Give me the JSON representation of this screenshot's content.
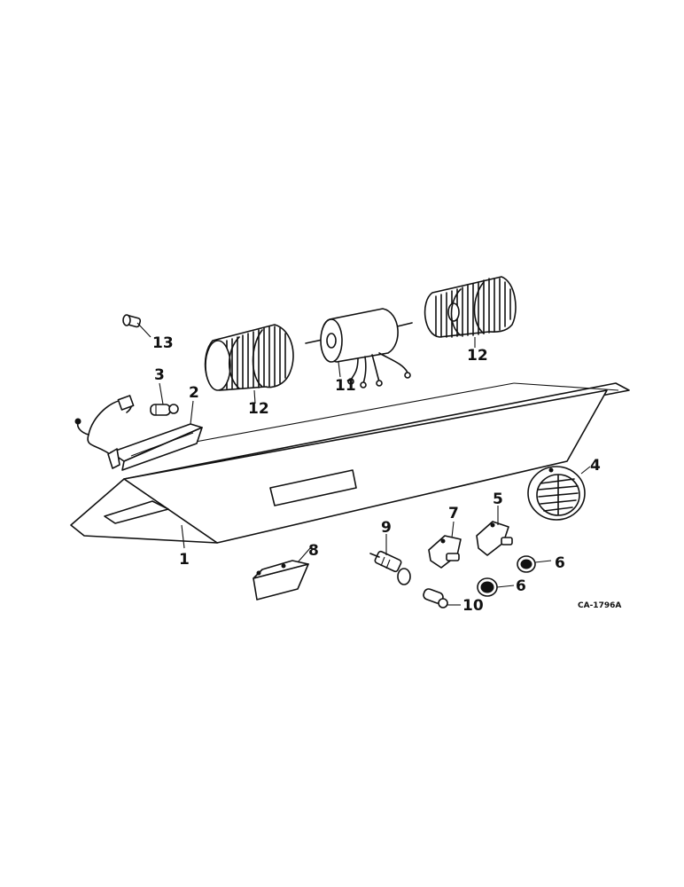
{
  "callouts": {
    "c1": "1",
    "c2": "2",
    "c3": "3",
    "c4": "4",
    "c5": "5",
    "c6a": "6",
    "c6b": "6",
    "c7": "7",
    "c8": "8",
    "c9": "9",
    "c10": "10",
    "c11": "11",
    "c12a": "12",
    "c12b": "12",
    "c13": "13"
  },
  "figure_code": "CA-1796A"
}
